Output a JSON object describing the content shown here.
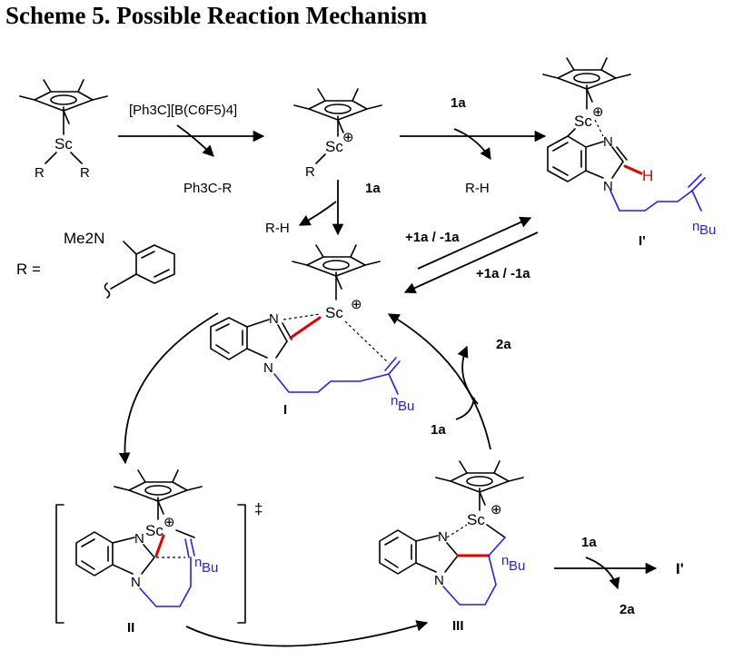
{
  "title": "Scheme 5. Possible Reaction Mechanism",
  "reagents": {
    "activator": "[Ph3C][B(C6F5)4]",
    "activator_byproduct": "Ph3C-R",
    "substrate_1": "1a",
    "byproduct_1": "R-H",
    "substrate_2": "1a",
    "byproduct_2": "R-H",
    "equilibrium_top": "+1a / -1a",
    "equilibrium_bottom": "+1a / -1a",
    "release": "2a",
    "incoming": "1a",
    "final_in": "1a",
    "final_out": "2a",
    "final_product": "I'"
  },
  "r_definition": {
    "prefix": "R =",
    "group": "Me2N"
  },
  "compounds": {
    "I_label": "I",
    "I_prime_label": "I'",
    "II_label": "II",
    "III_label": "III",
    "metal": "Sc",
    "charge": "⊕",
    "ts_mark": "‡",
    "nbu": "Bu",
    "n_super": "n",
    "N": "N",
    "H": "H",
    "R": "R"
  }
}
